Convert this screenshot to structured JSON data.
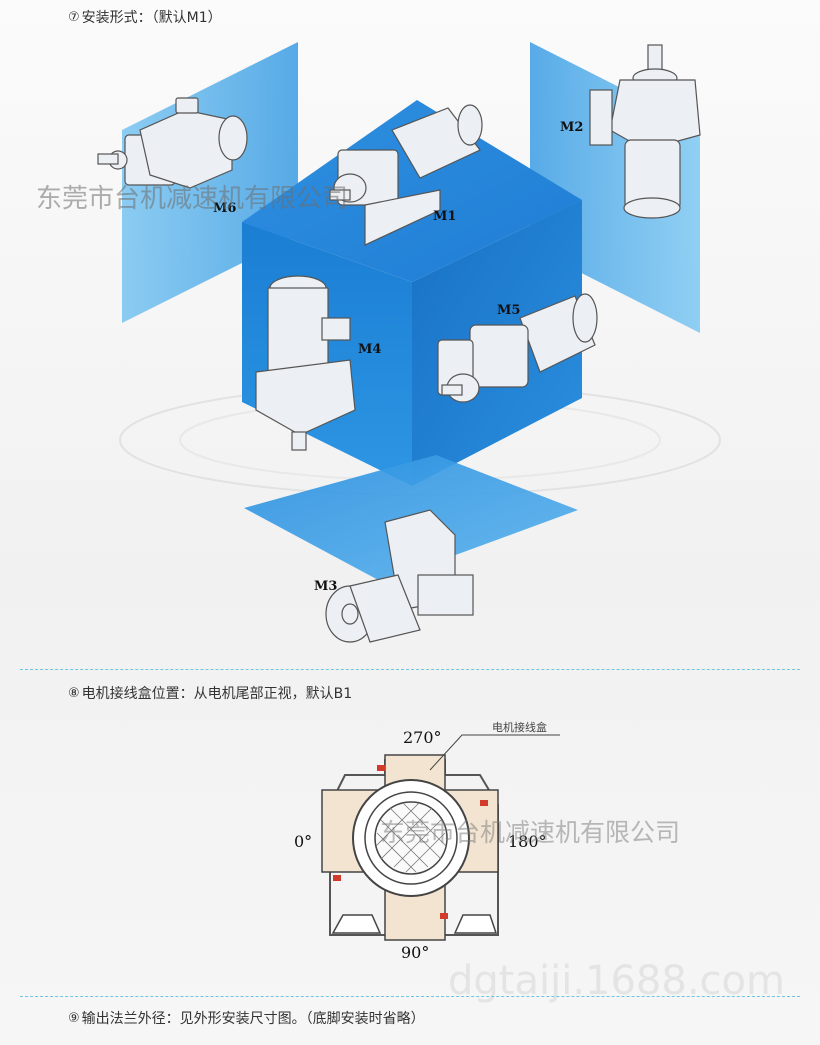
{
  "section7": {
    "number": "⑦",
    "text": "安装形式：（默认M1）"
  },
  "section8": {
    "number": "⑧",
    "text": "电机接线盒位置：从电机尾部正视，默认B1"
  },
  "section9": {
    "number": "⑨",
    "text": "输出法兰外径：见外形安装尺寸图。（底脚安装时省略）"
  },
  "mounting_labels": {
    "m1": "M1",
    "m2": "M2",
    "m3": "M3",
    "m4": "M4",
    "m5": "M5",
    "m6": "M6"
  },
  "terminal_box": {
    "callout": "电机接线盒",
    "angle_top": "270°",
    "angle_left": "0°",
    "angle_right": "180°",
    "angle_bottom": "90°"
  },
  "watermarks": {
    "company": "东莞市台机减速机有限公司",
    "site": "dgtaiji.1688.com"
  },
  "colors": {
    "cube_front": "#1f84d6",
    "cube_side": "#1677c7",
    "panel": "#3fa5e6",
    "divider": "#6cc6e6",
    "box_fill": "#f3e4d2",
    "marker": "#d23b2b"
  }
}
